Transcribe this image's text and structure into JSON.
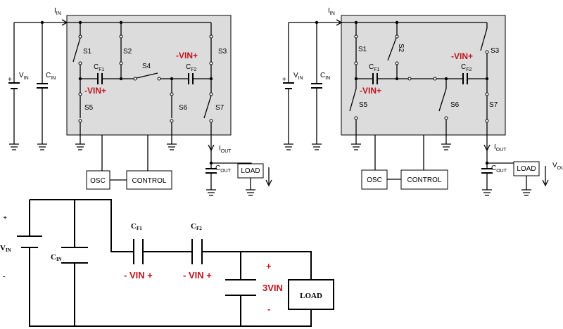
{
  "circuit_a": {
    "iin": "I",
    "iin_sub": "IN",
    "vin": "V",
    "vin_sub": "IN",
    "cin": "C",
    "cin_sub": "IN",
    "s1": "S1",
    "s2": "S2",
    "s3": "S3",
    "s4": "S4",
    "s5": "S5",
    "s6": "S6",
    "s7": "S7",
    "cf1": "C",
    "cf1_sub": "F1",
    "cf2": "C",
    "cf2_sub": "F2",
    "cf1_polarity": "-VIN+",
    "cf2_polarity": "-VIN+",
    "iout": "I",
    "iout_sub": "OUT",
    "cout": "C",
    "cout_sub": "OUT",
    "load": "LOAD",
    "osc": "OSC",
    "control": "CONTROL",
    "plus": "+"
  },
  "circuit_b": {
    "iin": "I",
    "iin_sub": "IN",
    "vin": "V",
    "vin_sub": "IN",
    "cin": "C",
    "cin_sub": "IN",
    "s1": "S1",
    "s2": "S2",
    "s3": "S3",
    "s5": "S5",
    "s6": "S6",
    "s7": "S7",
    "cf1": "C",
    "cf1_sub": "F1",
    "cf2": "C",
    "cf2_sub": "F2",
    "cf1_polarity": "-VIN+",
    "cf2_polarity": "-VIN+",
    "iout": "I",
    "iout_sub": "OUT",
    "cout": "C",
    "cout_sub": "OUT",
    "vout": "V",
    "vout_sub": "OU",
    "load": "LOAD",
    "osc": "OSC",
    "control": "CONTROL",
    "plus": "+"
  },
  "circuit_c": {
    "plus": "+",
    "minus": "-",
    "vin": "V",
    "vin_sub": "IN",
    "cin": "C",
    "cin_sub": "IN",
    "cf1": "C",
    "cf1_sub": "F1",
    "cf2": "C",
    "cf2_sub": "F2",
    "cf1_polarity": "- VIN +",
    "cf2_polarity": "- VIN +",
    "out_plus": "+",
    "out_minus": "-",
    "out_voltage": "3VIN",
    "load": "LOAD"
  }
}
